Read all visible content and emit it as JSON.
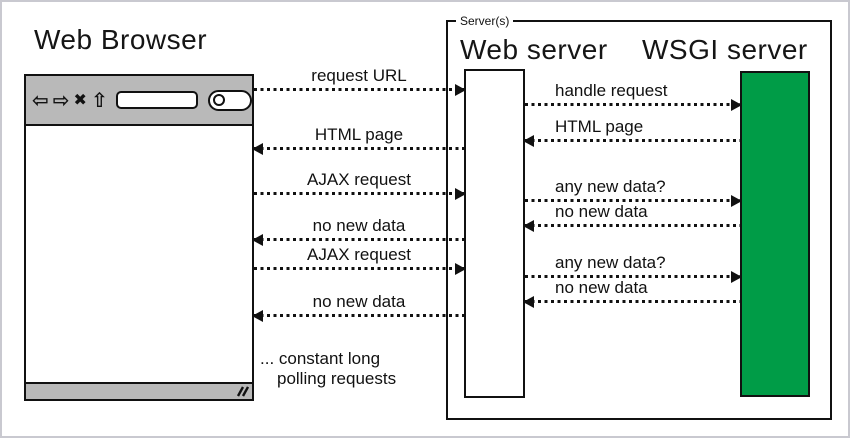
{
  "diagram": {
    "browser": {
      "title": "Web Browser",
      "toolbar": {
        "back_icon": "⇦",
        "forward_icon": "⇨",
        "stop_icon": "✖",
        "home_icon": "⇧"
      }
    },
    "servers": {
      "group_label": "Server(s)",
      "web_server_title": "Web server",
      "wsgi_server_title": "WSGI server"
    },
    "browser_to_webserver": [
      {
        "label": "request URL",
        "direction": "right"
      },
      {
        "label": "HTML page",
        "direction": "left"
      },
      {
        "label": "AJAX request",
        "direction": "right"
      },
      {
        "label": "no new data",
        "direction": "left"
      },
      {
        "label": "AJAX request",
        "direction": "right"
      },
      {
        "label": "no new data",
        "direction": "left"
      }
    ],
    "webserver_to_wsgi": [
      {
        "label": "handle request",
        "direction": "right"
      },
      {
        "label": "HTML page",
        "direction": "left"
      },
      {
        "label": "any new data?",
        "direction": "right"
      },
      {
        "label": "no new data",
        "direction": "left"
      },
      {
        "label": "any new data?",
        "direction": "right"
      },
      {
        "label": "no new data",
        "direction": "left"
      }
    ],
    "note": {
      "line1": "... constant long",
      "line2": "polling requests"
    }
  },
  "colors": {
    "wsgi_green": "#009c47",
    "toolbar_gray": "#b9b9b9",
    "line_black": "#111111",
    "frame_gray": "#c9c9d0"
  }
}
